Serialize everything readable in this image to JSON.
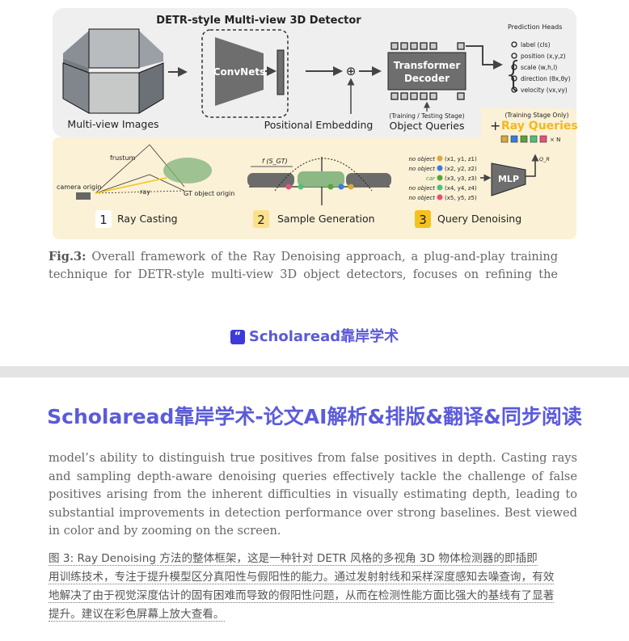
{
  "figure": {
    "title": "DETR-style Multi-view 3D Detector",
    "multiview_label": "Multi-view Images",
    "convnets": "ConvNets",
    "pos_embed": "Positional Embedding",
    "decoder_line1": "Transformer",
    "decoder_line2": "Decoder",
    "stage_note": "(Training / Testing Stage)",
    "object_queries": "Object Queries",
    "training_only": "(Training Stage Only)",
    "plus": "+",
    "ray_queries": "Ray Queries",
    "times_n": "× N",
    "pred_heads_title": "Prediction Heads",
    "pred_heads": [
      "label (cls)",
      "position (x,y,z)",
      "scale (w,h,l)",
      "direction (θx,θy)",
      "velocity (vx,vy)"
    ],
    "frustum": "frustum",
    "camera_origin": "camera origin",
    "ray": "ray",
    "gt_origin": "GT object origin",
    "f_sgt": "f (S_GT)",
    "qr": "Q_R",
    "mlp": "MLP",
    "samples": [
      {
        "label": "no object",
        "coord": "(x1, y1, z1)",
        "color": "#d9a93a"
      },
      {
        "label": "no object",
        "coord": "(x2, y2, z2)",
        "color": "#3b7be0"
      },
      {
        "label": "car",
        "coord": "(x3, y3, z3)",
        "color": "#5aa33e"
      },
      {
        "label": "no object",
        "coord": "(x4, y4, z4)",
        "color": "#4cc07f"
      },
      {
        "label": "no object",
        "coord": "(x5, y5, z5)",
        "color": "#e8507a"
      }
    ],
    "steps": [
      {
        "num": "1",
        "label": "Ray Casting"
      },
      {
        "num": "2",
        "label": "Sample Generation"
      },
      {
        "num": "3",
        "label": "Query Denoising"
      }
    ]
  },
  "caption": {
    "prefix": "Fig.3:",
    "line1": "Overall framework of the Ray Denoising approach, a plug-and-play training",
    "line2": "technique for DETR-style multi-view 3D object detectors, focuses on refining the"
  },
  "logo": {
    "mark": "“",
    "text": "Scholaread靠岸学术"
  },
  "banner_title": "Scholaread靠岸学术-论文AI解析&排版&翻译&同步阅读",
  "body_lines": [
    "model’s ability to distinguish true positives from false positives in depth. Casting rays",
    "and sampling depth-aware denoising queries effectively tackle the challenge of false",
    "positives arising from the inherent difficulties in visually estimating depth, leading to",
    "substantial improvements in detection performance over strong baselines. Best viewed",
    "in color and by zooming on the screen."
  ],
  "translation_lines": [
    "图 3: Ray Denoising 方法的整体框架，这是一种针对 DETR 风格的多视角 3D 物体检测器的即插即",
    "用训练技术，专注于提升模型区分真阳性与假阳性的能力。通过发射射线和采样深度感知去噪查询，有效",
    "地解决了由于视觉深度估计的固有困难而导致的假阳性问题，从而在检测性能方面比强大的基线有了显著",
    "提升。建议在彩色屏幕上放大查看。"
  ]
}
